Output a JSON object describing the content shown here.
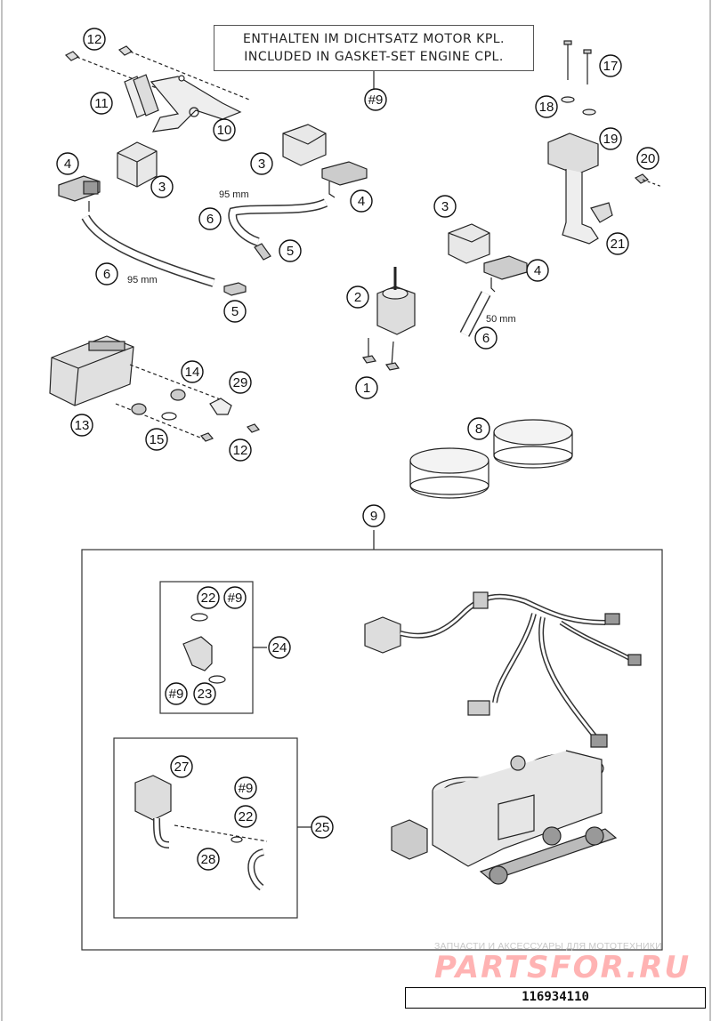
{
  "note": {
    "line1": "ENTHALTEN IM DICHTSATZ MOTOR KPL.",
    "line2": "INCLUDED IN GASKET-SET ENGINE CPL."
  },
  "drawing_number": "116934110",
  "watermark": {
    "top_text": "ЗАПЧАСТИ И АКСЕССУАРЫ ДЛЯ МОТОТЕХНИКИ",
    "logo_text": "PARTSFOR.RU"
  },
  "hose_lengths": {
    "hose_left": "95 mm",
    "hose_center": "95 mm",
    "hose_right": "50 mm"
  },
  "callouts": {
    "c_note": "#9",
    "c12a": "12",
    "c11": "11",
    "c10": "10",
    "c4a": "4",
    "c3a": "3",
    "c3b": "3",
    "c4b": "4",
    "c6a": "6",
    "c5a": "5",
    "c6b": "6",
    "c5b": "5",
    "c17": "17",
    "c18": "18",
    "c19": "19",
    "c20": "20",
    "c21": "21",
    "c3c": "3",
    "c4c": "4",
    "c6c": "6",
    "c2": "2",
    "c1": "1",
    "c13": "13",
    "c14": "14",
    "c29": "29",
    "c15": "15",
    "c12b": "12",
    "c8": "8",
    "c9": "9",
    "c22a": "22",
    "c9a": "#9",
    "c24": "24",
    "c9b": "#9",
    "c23": "23",
    "c27": "27",
    "c9c": "#9",
    "c22b": "22",
    "c25": "25",
    "c28": "28"
  }
}
